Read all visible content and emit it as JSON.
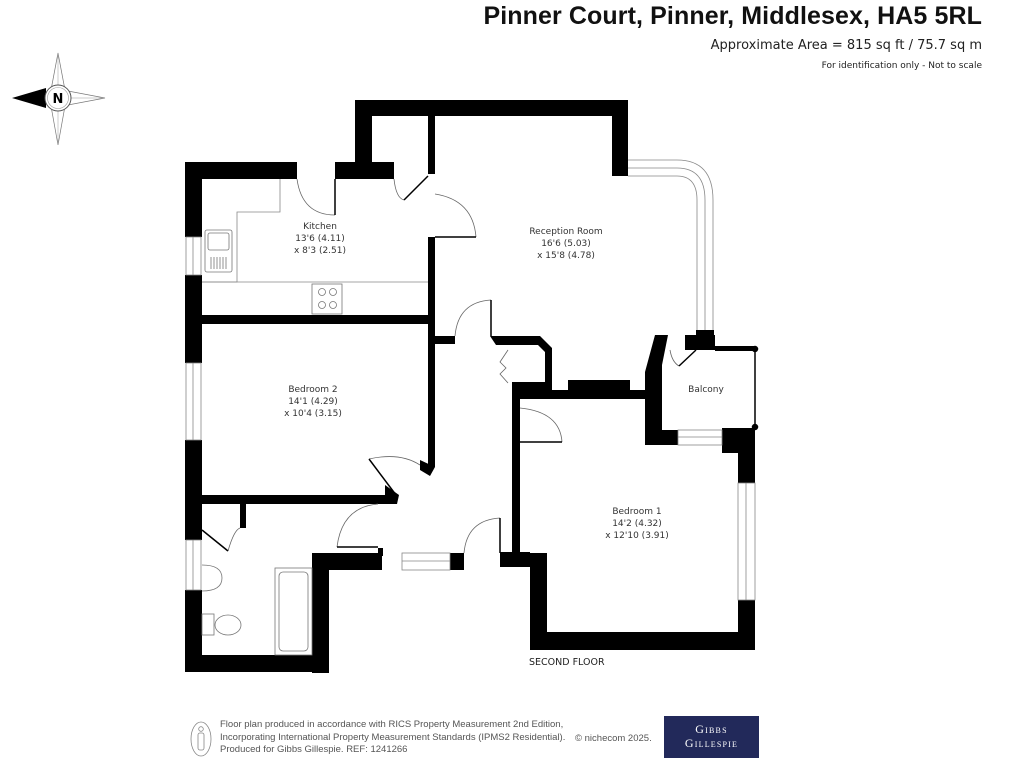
{
  "header": {
    "title": "Pinner Court, Pinner, Middlesex, HA5 5RL",
    "area": "Approximate Area = 815 sq ft / 75.7 sq m",
    "note": "For identification only - Not to scale"
  },
  "compass": {
    "label": "N",
    "icon": "compass-rose-icon"
  },
  "rooms": {
    "kitchen": {
      "name": "Kitchen",
      "dim1": "13'6 (4.11)",
      "dim2": "x 8'3 (2.51)"
    },
    "reception": {
      "name": "Reception Room",
      "dim1": "16'6 (5.03)",
      "dim2": "x 15'8 (4.78)"
    },
    "bedroom2": {
      "name": "Bedroom 2",
      "dim1": "14'1 (4.29)",
      "dim2": "x 10'4 (3.15)"
    },
    "bedroom1": {
      "name": "Bedroom 1",
      "dim1": "14'2 (4.32)",
      "dim2": "x 12'10 (3.91)"
    },
    "balcony": {
      "name": "Balcony"
    }
  },
  "floor_label": "SECOND FLOOR",
  "footer": {
    "line1": "Floor plan produced in accordance with RICS Property Measurement 2nd Edition,",
    "line2": "Incorporating International Property Measurement Standards (IPMS2 Residential).",
    "line3": "Produced for Gibbs Gillespie.   REF:  1241266",
    "copyright": "© nichecom 2025.",
    "brand_line1": "Gibbs",
    "brand_line2": "Gillespie"
  },
  "colors": {
    "wall": "#000000",
    "brand_bg": "#22295a",
    "window": "#888888"
  }
}
